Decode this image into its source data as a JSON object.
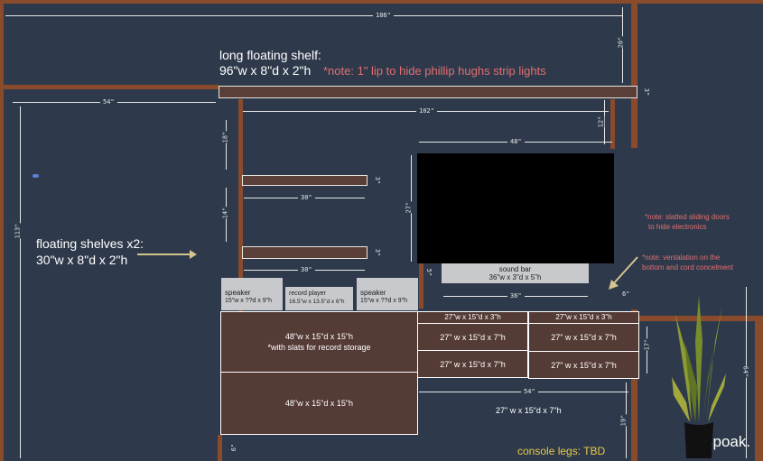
{
  "shelf_title": "long floating shelf:",
  "shelf_dims": "96\"w x 8\"d x 2\"h",
  "shelf_note": "*note: 1\" lip to hide phillip hughs strip lights",
  "floating_title": "floating shelves x2:",
  "floating_dims": "30\"w x 8\"d x 2\"h",
  "note_doors_1": "*note: slatted sliding doors",
  "note_doors_2": "to hide electronics",
  "note_vent_1": "*note: ventalation on the",
  "note_vent_2": "bottom and cord concelment",
  "dims": {
    "d186": "186\"",
    "d20": "20\"",
    "d3a": "3\"",
    "d54a": "54\"",
    "d102": "102\"",
    "d12": "12\"",
    "d48": "48\"",
    "d18": "18\"",
    "d3b": "3\"",
    "d30a": "30\"",
    "d27": "27\"",
    "d14": "14\"",
    "d113": "113\"",
    "d3c": "3\"",
    "d30b": "30\"",
    "d5": "5\"",
    "d36": "36\"",
    "d6": "6\"",
    "d17": "17\"",
    "d64": "64\"",
    "d54b": "54\"",
    "d19": "19\"",
    "d6b": "6\""
  },
  "speaker_left": {
    "name": "speaker",
    "dims": "15\"w x ??d x 9\"h"
  },
  "record_player": {
    "name": "record player",
    "dims": "16.5\"w x 13.5\"d x 6\"h"
  },
  "speaker_right": {
    "name": "speaker",
    "dims": "15\"w x ??d x 9\"h"
  },
  "sound_bar": {
    "name": "sound bar",
    "dims": "36\"w x 3\"d x 5\"h"
  },
  "cab_top_left": "48\"w x 15\"d x 15\"h",
  "cab_top_left_note": "*with slats for record storage",
  "cab_bottom_left": "48\"w x 15\"d x 15\"h",
  "drawer_small_left": "27\"w x 15\"d x 3\"h",
  "drawer_small_right": "27\"w x 15\"d x 3\"h",
  "drawer_r1_left": "27\" w x 15\"d x 7\"h",
  "drawer_r1_right": "27\" w x 15\"d x 7\"h",
  "drawer_r2_left": "27\" w x 15\"d x 7\"h",
  "drawer_r2_right": "27\" w x 15\"d x 7\"h",
  "drawer_open_label": "27\" w x 15\"d x 7\"h",
  "console_legs": "console legs: TBD",
  "logo": "spoak.",
  "colors": {
    "wall": "#2e3a4b",
    "wood": "#8a4a2c",
    "cabinet": "#553b35",
    "note": "#e36f6f",
    "legs": "#e7c84a",
    "tv": "#000000"
  }
}
